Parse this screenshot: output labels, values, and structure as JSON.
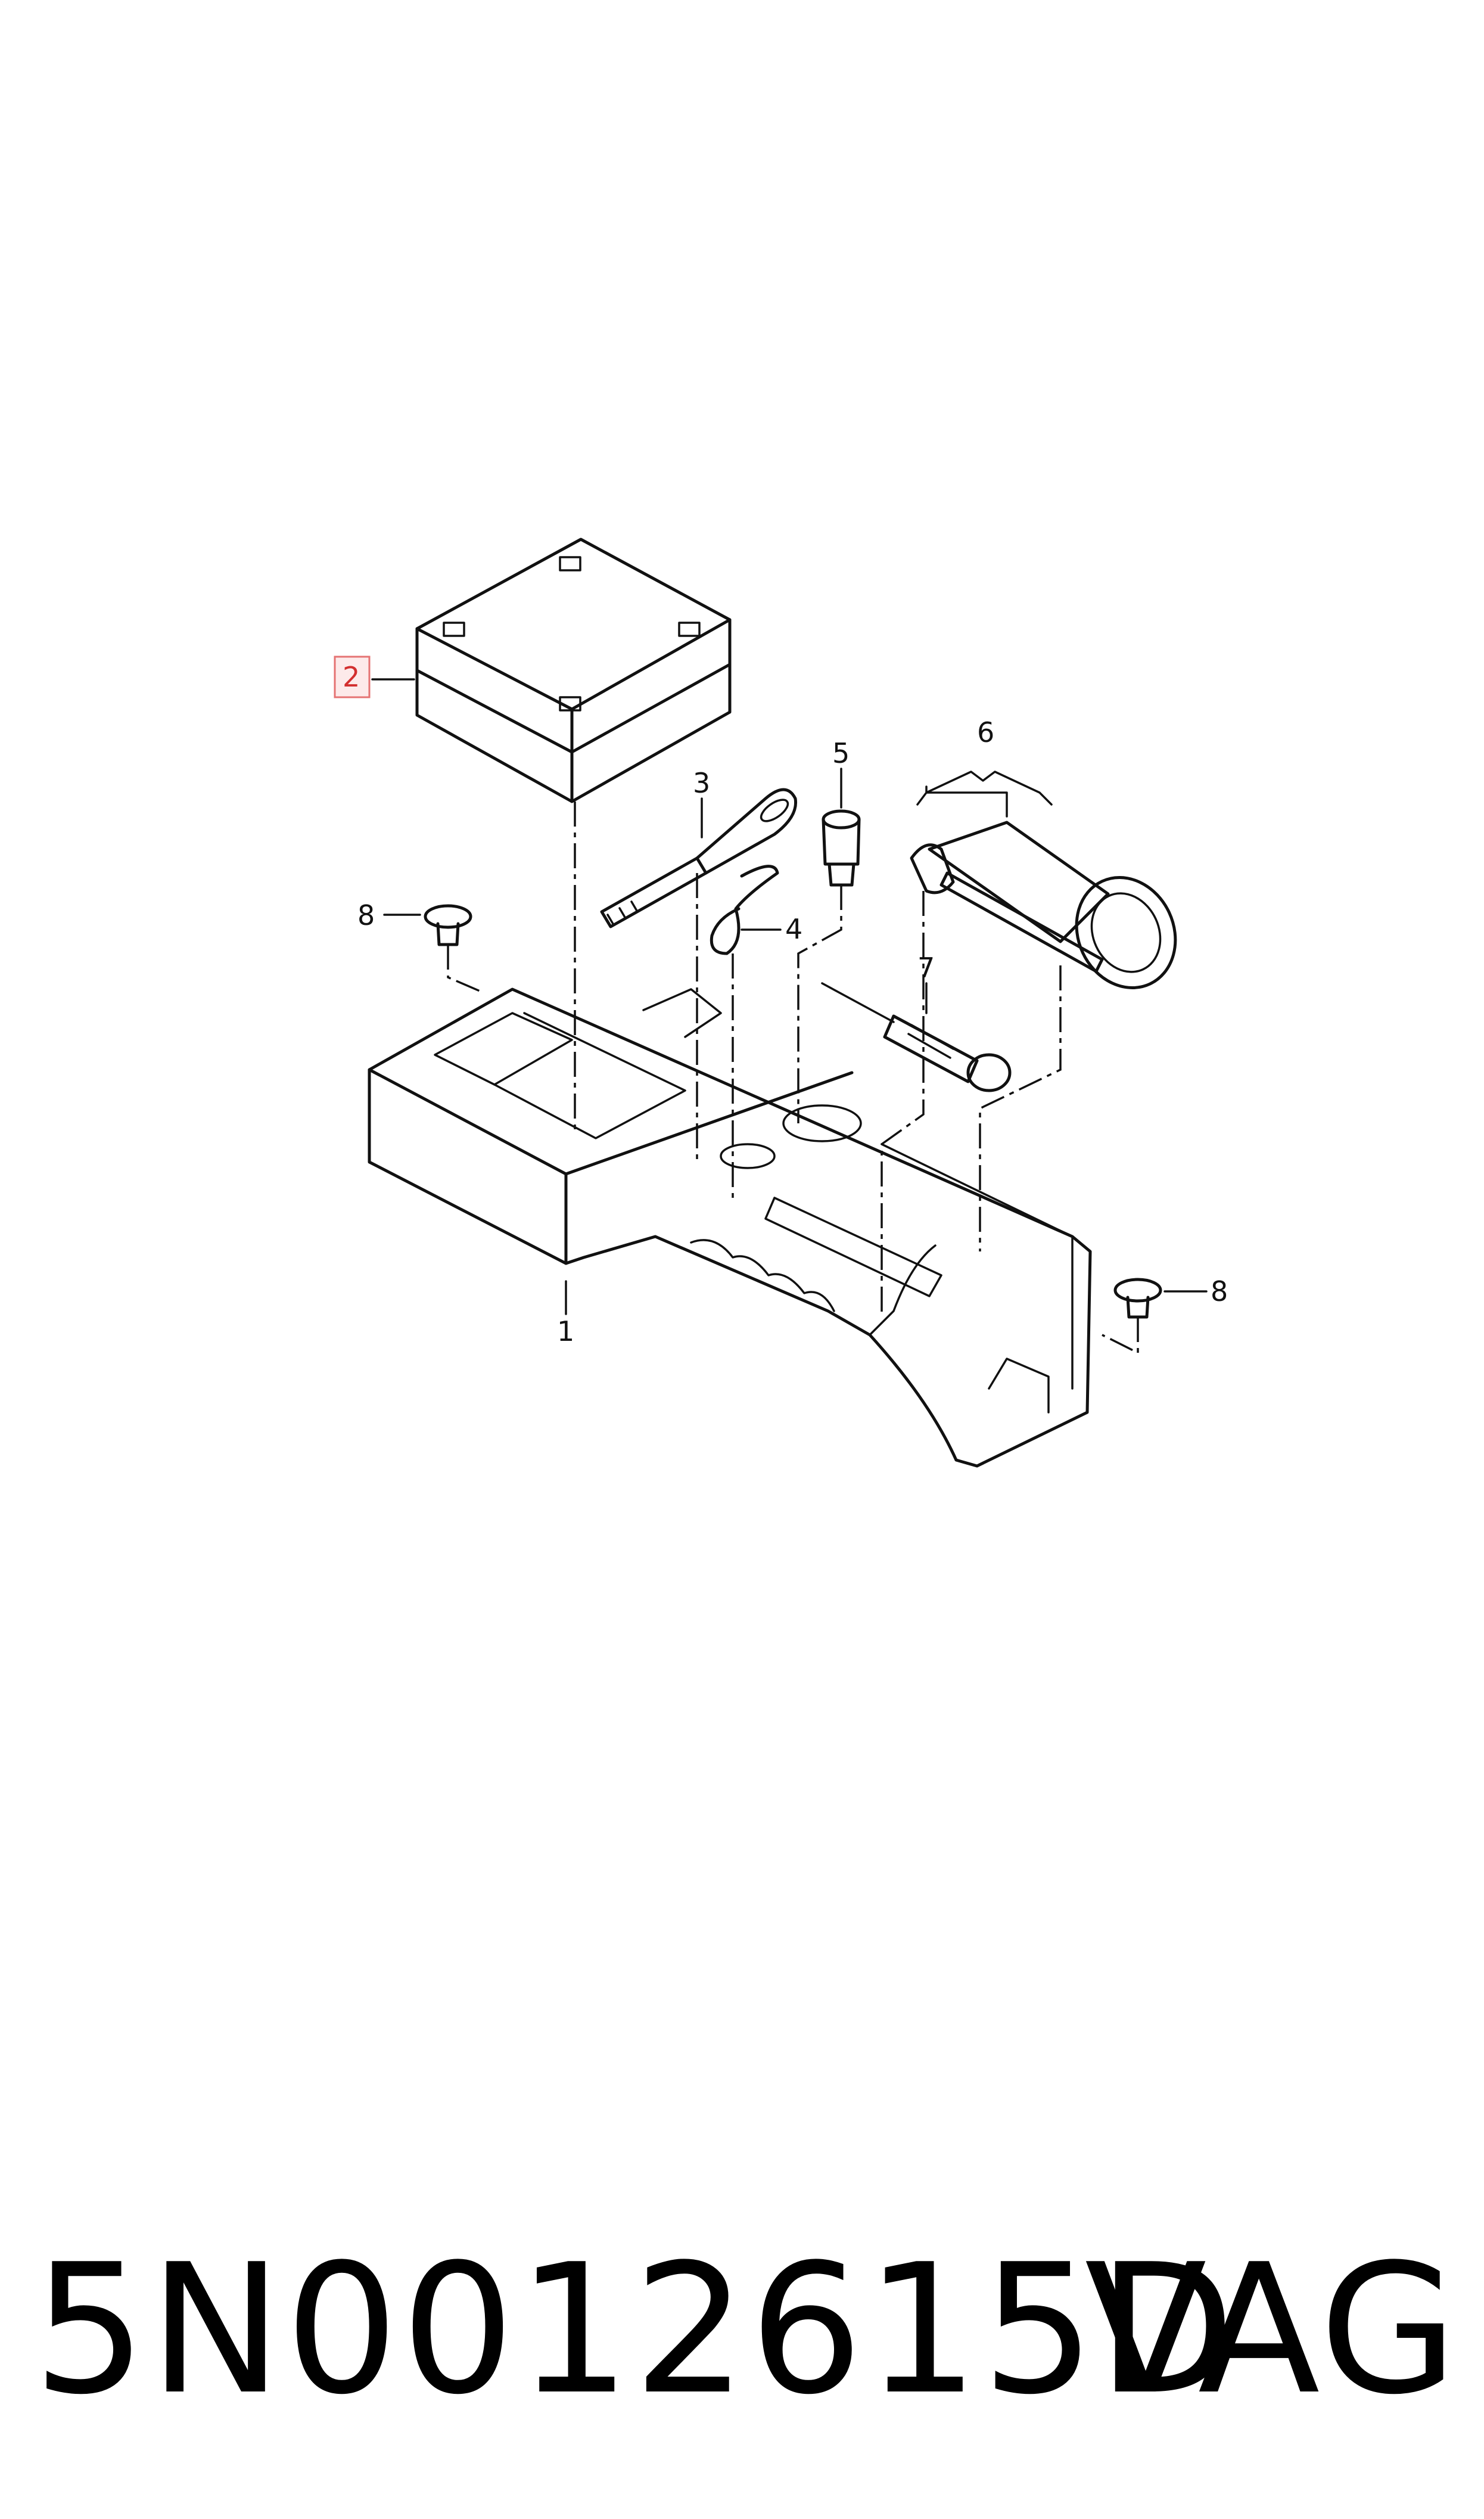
{
  "diagram": {
    "highlighted_item": "2",
    "callouts": [
      {
        "id": "c1",
        "label": "1"
      },
      {
        "id": "c2",
        "label": "2",
        "highlighted": true
      },
      {
        "id": "c3",
        "label": "3"
      },
      {
        "id": "c4",
        "label": "4"
      },
      {
        "id": "c5",
        "label": "5"
      },
      {
        "id": "c6",
        "label": "6"
      },
      {
        "id": "c7",
        "label": "7"
      },
      {
        "id": "c8a",
        "label": "8"
      },
      {
        "id": "c8b",
        "label": "8"
      }
    ]
  },
  "footer": {
    "part_number": "5N0012615D",
    "brand": "VAG"
  }
}
